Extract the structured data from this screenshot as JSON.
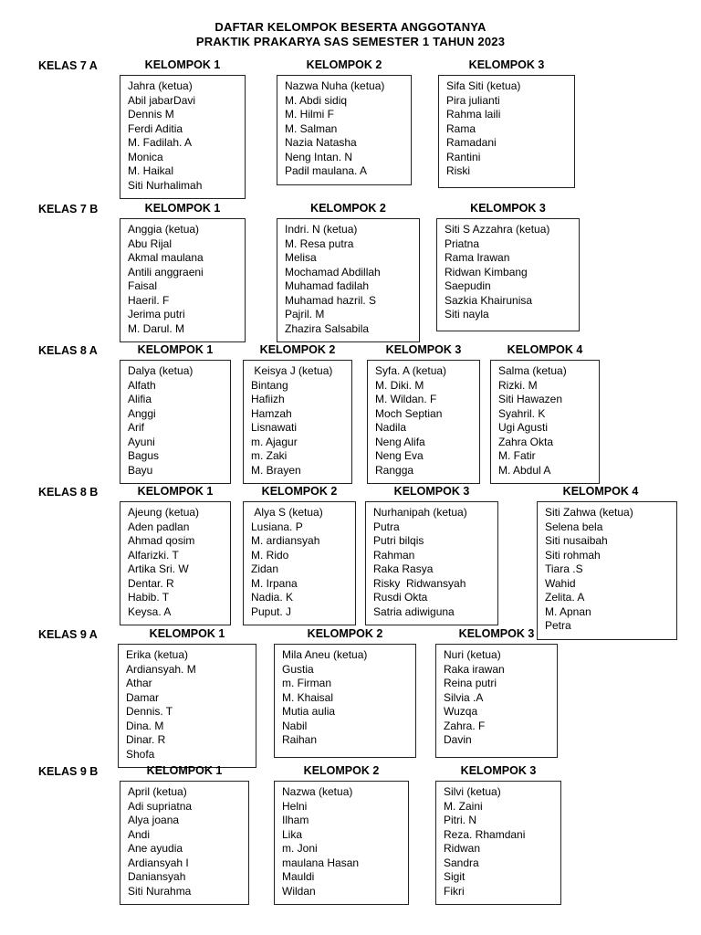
{
  "colors": {
    "text": "#000000",
    "box_border": "#222222",
    "background": "#ffffff"
  },
  "title": {
    "line1": "DAFTAR KELOMPOK BESERTA ANGGOTANYA",
    "line2": "PRAKTIK PRAKARYA SAS SEMESTER 1 TAHUN 2023"
  },
  "classes": [
    {
      "label": "KELAS 7 A",
      "groups": [
        {
          "title": "KELOMPOK 1",
          "members": [
            "Jahra (ketua)",
            "Abil jabarDavi",
            "Dennis M",
            "Ferdi Aditia",
            "M. Fadilah. A",
            "Monica",
            "M. Haikal",
            "Siti Nurhalimah"
          ]
        },
        {
          "title": "KELOMPOK 2",
          "members": [
            "Nazwa Nuha (ketua)",
            "M. Abdi sidiq",
            "M. Hilmi F",
            "M. Salman",
            "Nazia Natasha",
            "Neng Intan. N",
            "Padil maulana. A"
          ]
        },
        {
          "title": "KELOMPOK 3",
          "members": [
            "Sifa Siti (ketua)",
            "Pira julianti",
            "Rahma laili",
            "Rama",
            "Ramadani",
            "Rantini",
            "Riski"
          ]
        }
      ]
    },
    {
      "label": "KELAS 7 B",
      "groups": [
        {
          "title": "KELOMPOK 1",
          "members": [
            "Anggia (ketua)",
            "Abu Rijal",
            "Akmal maulana",
            "Antili anggraeni",
            "Faisal",
            "Haeril. F",
            "Jerima putri",
            "M. Darul. M"
          ]
        },
        {
          "title": "KELOMPOK 2",
          "members": [
            "Indri. N (ketua)",
            "M. Resa putra",
            "Melisa",
            "Mochamad Abdillah",
            "Muhamad fadilah",
            "Muhamad hazril. S",
            "Pajril. M",
            "Zhazira Salsabila"
          ]
        },
        {
          "title": "KELOMPOK 3",
          "members": [
            "Siti S Azzahra (ketua)",
            "Priatna",
            "Rama Irawan",
            "Ridwan Kimbang",
            "Saepudin",
            "Sazkia Khairunisa",
            "Siti nayla"
          ]
        }
      ]
    },
    {
      "label": "KELAS 8 A",
      "groups": [
        {
          "title": "KELOMPOK 1",
          "members": [
            "Dalya (ketua)",
            "Alfath",
            "Alifia",
            "Anggi",
            "Arif",
            "Ayuni",
            "Bagus",
            "Bayu"
          ]
        },
        {
          "title": "KELOMPOK 2",
          "members": [
            " Keisya J (ketua)",
            "Bintang",
            "Hafiizh",
            "Hamzah",
            "Lisnawati",
            "m. Ajagur",
            "m. Zaki",
            "M. Brayen"
          ]
        },
        {
          "title": "KELOMPOK 3",
          "members": [
            "Syfa. A (ketua)",
            "M. Diki. M",
            "M. Wildan. F",
            "Moch Septian",
            "Nadila",
            "Neng Alifa",
            "Neng Eva",
            "Rangga"
          ]
        },
        {
          "title": "KELOMPOK 4",
          "members": [
            "Salma (ketua)",
            "Rizki. M",
            "Siti Hawazen",
            "Syahril. K",
            "Ugi Agusti",
            "Zahra Okta",
            "M. Fatir",
            "M. Abdul A"
          ]
        }
      ]
    },
    {
      "label": "KELAS 8 B",
      "groups": [
        {
          "title": "KELOMPOK 1",
          "members": [
            "Ajeung (ketua)",
            "Aden padlan",
            "Ahmad qosim",
            "Alfarizki. T",
            "Artika Sri. W",
            "Dentar. R",
            "Habib. T",
            "Keysa. A"
          ]
        },
        {
          "title": "KELOMPOK 2",
          "members": [
            " Alya S (ketua)",
            "Lusiana. P",
            "M. ardiansyah",
            "M. Rido",
            "Zidan",
            "M. Irpana",
            "Nadia. K",
            "Puput. J"
          ]
        },
        {
          "title": "KELOMPOK 3",
          "members": [
            "Nurhanipah (ketua)",
            "Putra",
            "Putri bilqis",
            "Rahman",
            "Raka Rasya",
            "Risky  Ridwansyah",
            "Rusdi Okta",
            "Satria adiwiguna"
          ]
        },
        {
          "title": "KELOMPOK 4",
          "members": [
            "Siti Zahwa (ketua)",
            "Selena bela",
            "Siti nusaibah",
            "Siti rohmah",
            "Tiara .S",
            "Wahid",
            "Zelita. A",
            "M. Apnan",
            "Petra"
          ]
        }
      ]
    },
    {
      "label": "KELAS 9 A",
      "groups": [
        {
          "title": "KELOMPOK 1",
          "members": [
            "Erika (ketua)",
            "Ardiansyah. M",
            "Athar",
            "Damar",
            "Dennis. T",
            "Dina. M",
            "Dinar. R",
            "Shofa"
          ]
        },
        {
          "title": "KELOMPOK 2",
          "members": [
            "Mila Aneu (ketua)",
            "Gustia",
            "m. Firman",
            "M. Khaisal",
            "Mutia aulia",
            "Nabil",
            "Raihan"
          ]
        },
        {
          "title": "KELOMPOK 3",
          "members": [
            "Nuri (ketua)",
            "Raka irawan",
            "Reina putri",
            "Silvia .A",
            "Wuzqa",
            "Zahra. F",
            "Davin"
          ]
        }
      ]
    },
    {
      "label": "KELAS 9 B",
      "groups": [
        {
          "title": "KELOMPOK 1",
          "members": [
            "April (ketua)",
            "Adi supriatna",
            "Alya joana",
            "Andi",
            "Ane ayudia",
            "Ardiansyah I",
            "Daniansyah",
            "Siti Nurahma"
          ]
        },
        {
          "title": "KELOMPOK 2",
          "members": [
            "Nazwa (ketua)",
            "Helni",
            "Ilham",
            "Lika",
            "m. Joni",
            "maulana Hasan",
            "Mauldi",
            "Wildan"
          ]
        },
        {
          "title": "KELOMPOK 3",
          "members": [
            "Silvi (ketua)",
            "M. Zaini",
            "Pitri. N",
            "Reza. Rhamdani",
            "Ridwan",
            "Sandra",
            "Sigit",
            "Fikri"
          ]
        }
      ]
    }
  ]
}
